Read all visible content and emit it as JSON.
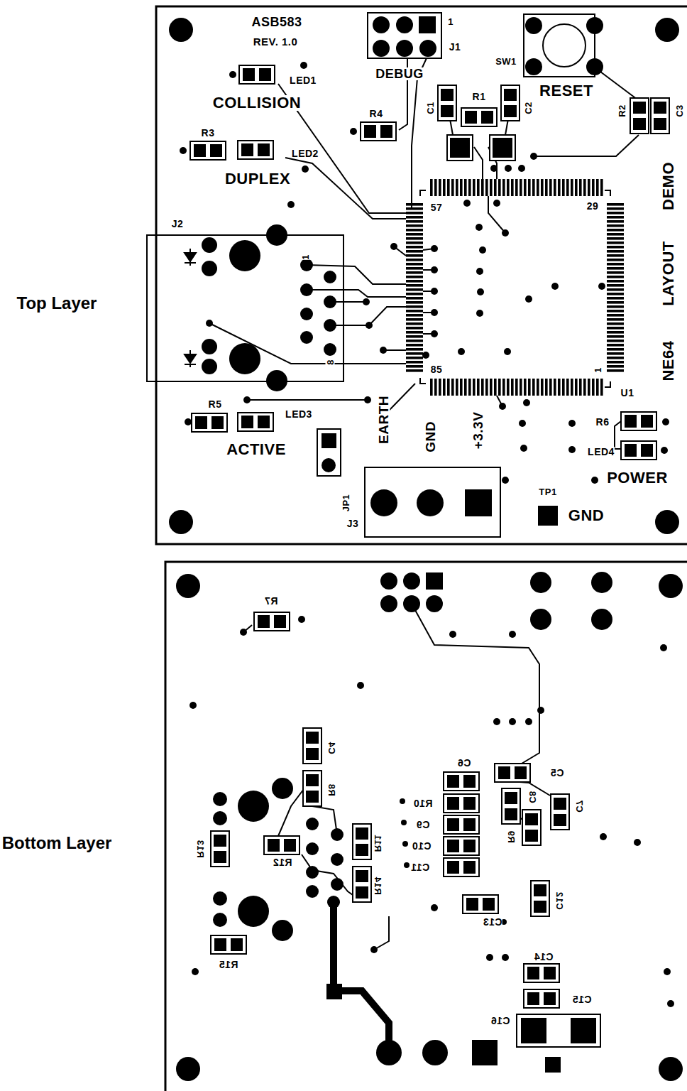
{
  "diagram": {
    "nodes": [
      {
        "text": [
          "J2",
          "1",
          "8"
        ]
      },
      {
        "text": [
          "J3"
        ]
      }
    ],
    "labels": [
      "Top Layer",
      "ASB583",
      "REV. 1.0",
      "1",
      "J1",
      "DEBUG",
      "SW1",
      "RESET",
      "LED1",
      "COLLISION",
      "C1",
      "R1",
      "C2",
      "R4",
      "R2",
      "C3",
      "R3",
      "LED2",
      "DUPLEX",
      "DEMO",
      "LAYOUT",
      "NE64",
      "57",
      "29",
      "85",
      "1",
      "U1",
      "R5",
      "LED3",
      "EARTH",
      "GND",
      "+3.3V",
      "R6",
      "ACTIVE",
      "LED4",
      "POWER",
      "TP1",
      "JP1",
      "GND",
      "Bottom Layer",
      "R7",
      "C4",
      "R8",
      "R13",
      "R12",
      "R11",
      "R14",
      "R15",
      "C6",
      "C5",
      "R10",
      "C8",
      "C7",
      "C9",
      "R9",
      "C10",
      "C11",
      "C12",
      "C13",
      "C14",
      "C15",
      "C16"
    ]
  }
}
